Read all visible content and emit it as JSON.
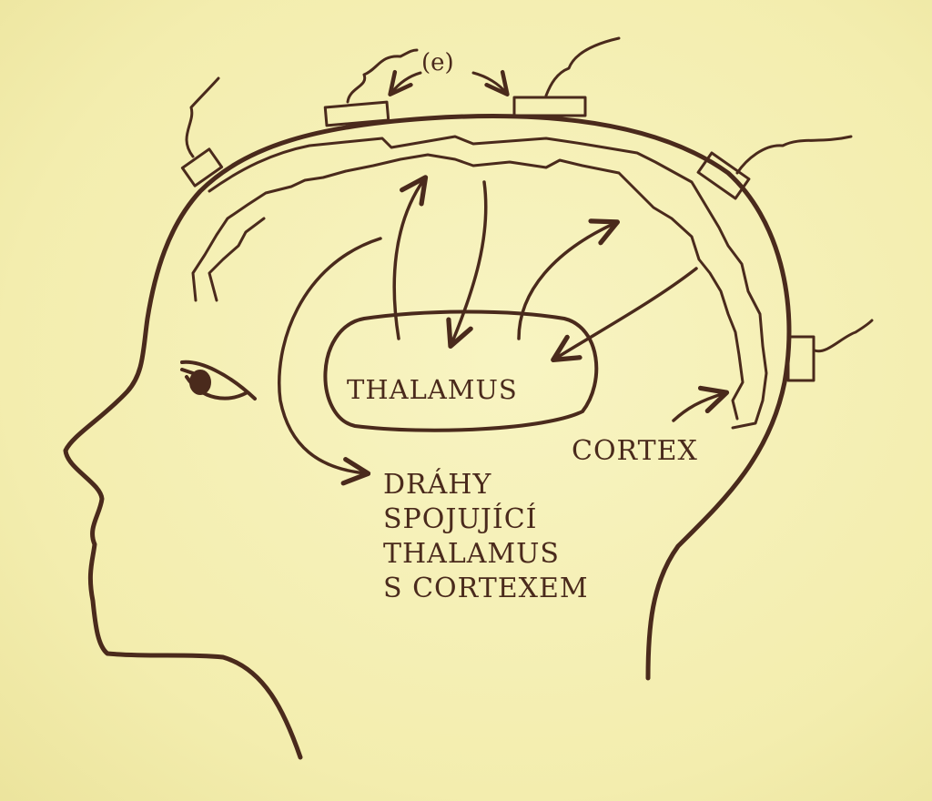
{
  "figure": {
    "labels": {
      "electrode": "(e)",
      "thalamus": "THALAMUS",
      "cortex": "CORTEX",
      "pathways": [
        "DRÁHY",
        "SPOJUJÍCÍ",
        "THALAMUS",
        "S CORTEXEM"
      ]
    },
    "colors": {
      "ink": "#4a2a1c",
      "paper": "#f6f1b4"
    }
  }
}
